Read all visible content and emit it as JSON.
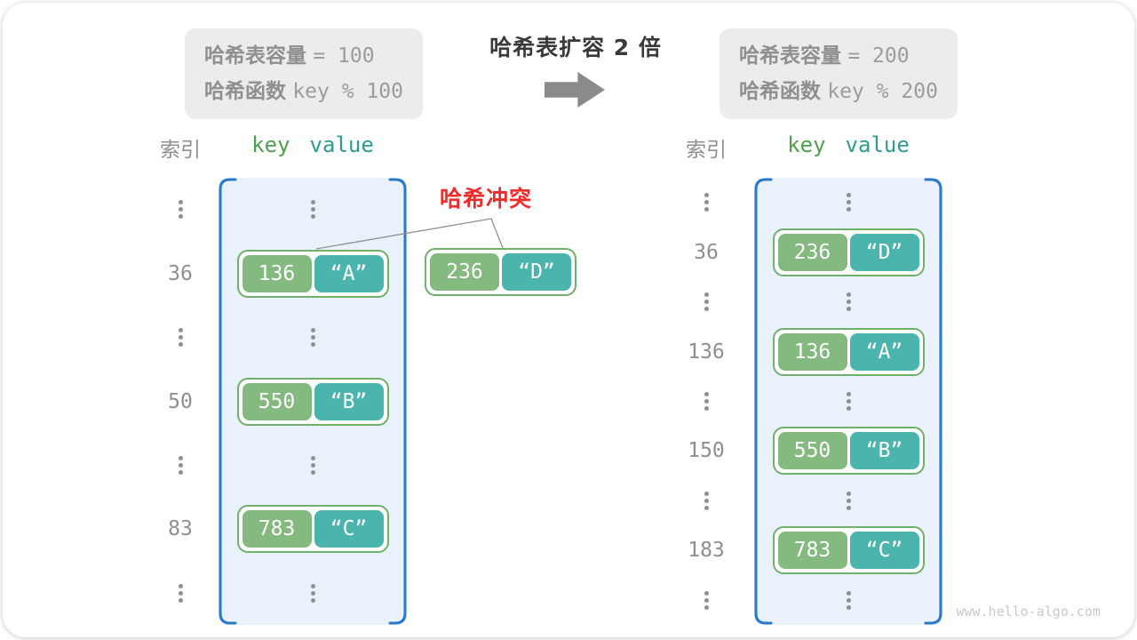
{
  "diagram": {
    "title": "哈希表扩容 2 倍",
    "collision_label": "哈希冲突",
    "watermark": "www.hello-algo.com"
  },
  "info_boxes": {
    "before": {
      "capacity_label": "哈希表容量",
      "capacity_value": "= 100",
      "hash_label": "哈希函数",
      "hash_value": "key % 100"
    },
    "after": {
      "capacity_label": "哈希表容量",
      "capacity_value": "= 200",
      "hash_label": "哈希函数",
      "hash_value": "key % 200"
    }
  },
  "old_table": {
    "index_header": "索引",
    "key_header": "key",
    "value_header": "value",
    "rows": [
      {
        "type": "dots"
      },
      {
        "type": "pair",
        "index": "36",
        "key": "136",
        "value": "“A”"
      },
      {
        "type": "dots"
      },
      {
        "type": "pair",
        "index": "50",
        "key": "550",
        "value": "“B”"
      },
      {
        "type": "dots"
      },
      {
        "type": "pair",
        "index": "83",
        "key": "783",
        "value": "“C”"
      },
      {
        "type": "dots"
      }
    ]
  },
  "new_table": {
    "index_header": "索引",
    "key_header": "key",
    "value_header": "value",
    "rows": [
      {
        "type": "dots"
      },
      {
        "type": "pair",
        "index": "36",
        "key": "236",
        "value": "“D”"
      },
      {
        "type": "dots"
      },
      {
        "type": "pair",
        "index": "136",
        "key": "136",
        "value": "“A”"
      },
      {
        "type": "dots"
      },
      {
        "type": "pair",
        "index": "150",
        "key": "550",
        "value": "“B”"
      },
      {
        "type": "dots"
      },
      {
        "type": "pair",
        "index": "183",
        "key": "783",
        "value": "“C”"
      },
      {
        "type": "dots"
      }
    ]
  },
  "collision_pair": {
    "key": "236",
    "value": "“D”"
  },
  "colors": {
    "key_box": "#84ba7f",
    "value_box": "#4bb5ad",
    "pair_border": "#6fb06a",
    "bucket_background": "#e9f1fa",
    "bucket_bracket": "#2979c8",
    "info_box_background": "#ececec",
    "gray_text": "#8f8f8f",
    "collision_red": "#ee2c2c",
    "title_text": "#3a3a3a"
  }
}
